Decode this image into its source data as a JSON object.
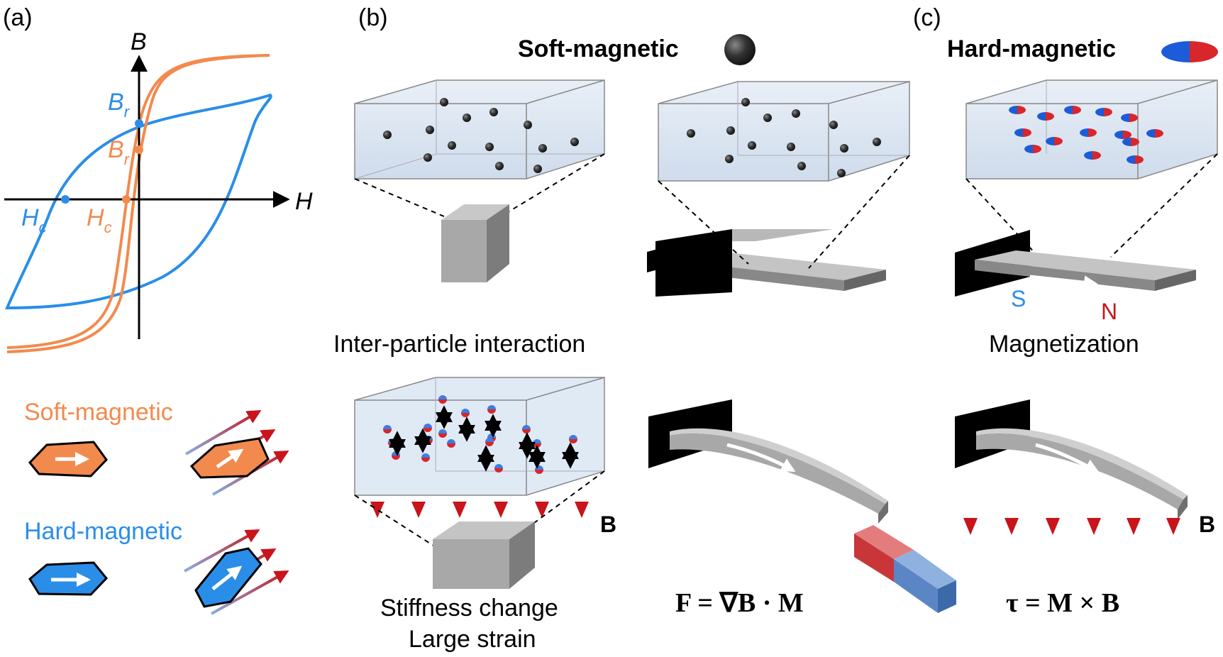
{
  "panel_a": {
    "label": "(a)",
    "axis_b": "B",
    "axis_h": "H",
    "br": "B",
    "br_sub": "r",
    "hc": "H",
    "hc_sub": "c",
    "soft_label": "Soft-magnetic",
    "hard_label": "Hard-magnetic",
    "soft_color": "#f28a4e",
    "hard_color": "#2a8ee8"
  },
  "panel_b": {
    "label": "(b)",
    "title": "Soft-magnetic",
    "interaction": "Inter-particle interaction",
    "field_label": "B",
    "stiffness_line1": "Stiffness change",
    "stiffness_line2": "Large strain",
    "equation": "F  =  ∇B · M"
  },
  "panel_c": {
    "label": "(c)",
    "title": "Hard-magnetic",
    "pole_s": "S",
    "pole_n": "N",
    "magnetization": "Magnetization",
    "field_label": "B",
    "equation": "τ = M × B"
  },
  "colors": {
    "red_arrow": "#c8141a",
    "blue_line": "#8aaee0",
    "box_fill": "#dbe6f3",
    "gray": "#9a9a9a"
  }
}
